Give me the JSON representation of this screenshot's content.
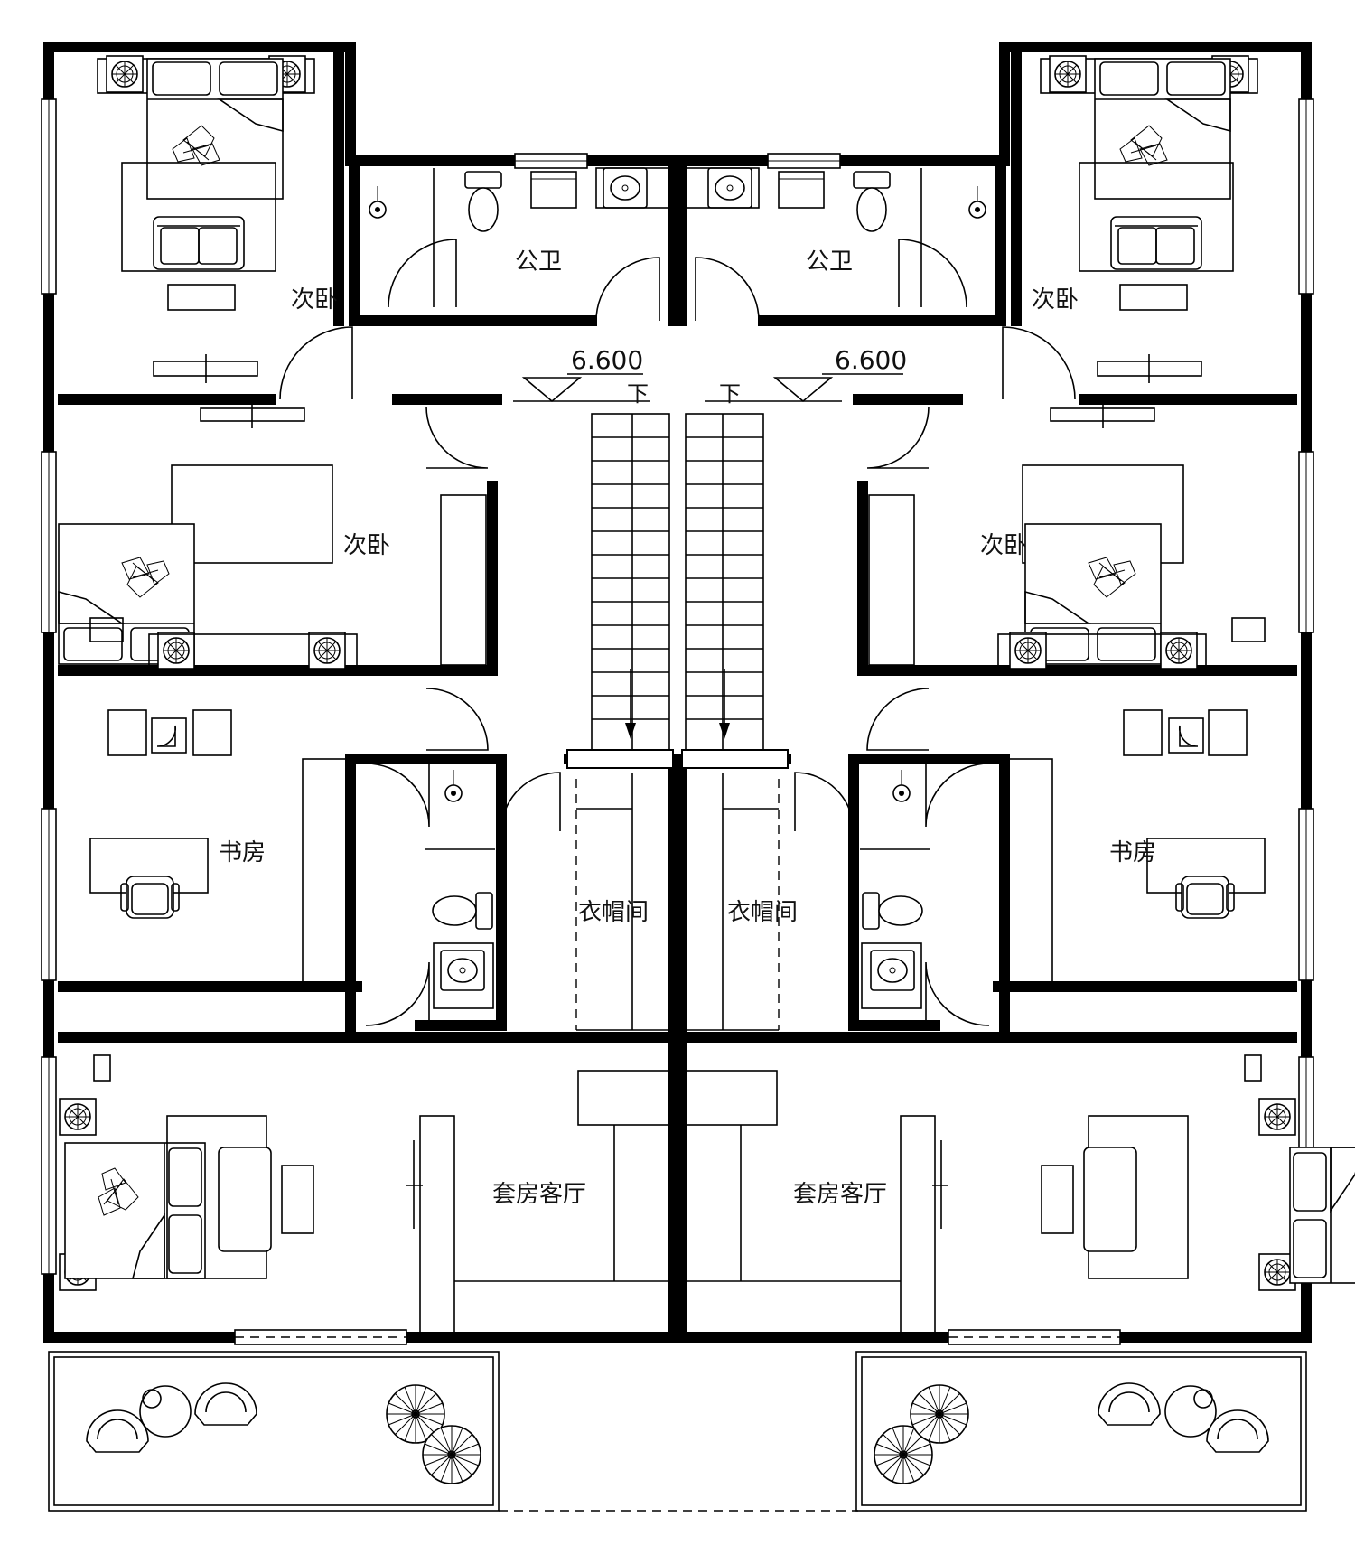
{
  "plan": {
    "left_unit": {
      "rooms": {
        "bedroom_top": "次卧",
        "bathroom_public": "公卫",
        "bedroom_mid": "次卧",
        "study": "书房",
        "cloakroom": "衣帽间",
        "suite_living": "套房客厅"
      },
      "elevation": "6.600",
      "stair_down": "下"
    },
    "right_unit": {
      "rooms": {
        "bedroom_top": "次卧",
        "bathroom_public": "公卫",
        "bedroom_mid": "次卧",
        "study": "书房",
        "cloakroom": "衣帽间",
        "suite_living": "套房客厅"
      },
      "elevation": "6.600",
      "stair_down": "下"
    }
  }
}
